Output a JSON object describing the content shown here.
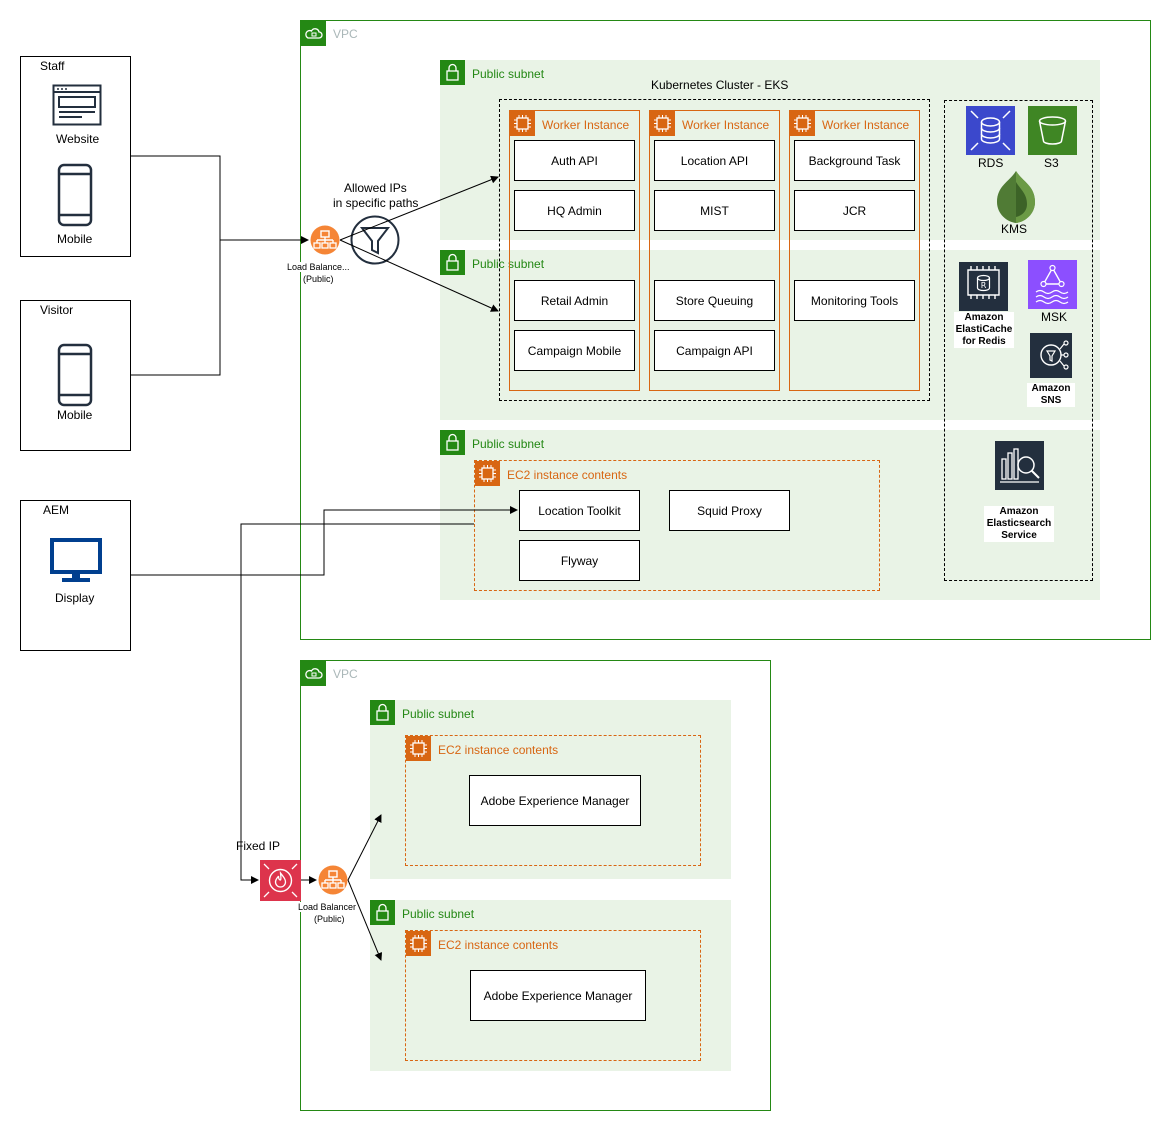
{
  "clients": {
    "staff": {
      "title": "Staff",
      "website": "Website",
      "mobile": "Mobile"
    },
    "visitor": {
      "title": "Visitor",
      "mobile": "Mobile"
    },
    "aem": {
      "title": "AEM",
      "display": "Display"
    }
  },
  "vpc_main": {
    "label": "VPC",
    "subnet_label": "Public subnet",
    "cluster_label": "Kubernetes Cluster - EKS",
    "worker_label": "Worker Instance",
    "ec2_label": "EC2 instance contents",
    "load_balancer": "Load Balance...",
    "load_balancer_sub": "(Public)",
    "filter_label_1": "Allowed IPs",
    "filter_label_2": "in specific paths",
    "workers": [
      {
        "top": [
          "Auth API",
          "HQ Admin"
        ],
        "bottom": [
          "Retail Admin",
          "Campaign Mobile"
        ]
      },
      {
        "top": [
          "Location API",
          "MIST"
        ],
        "bottom": [
          "Store Queuing",
          "Campaign API"
        ]
      },
      {
        "top": [
          "Background Task",
          "JCR"
        ],
        "bottom": [
          "Monitoring Tools"
        ]
      }
    ],
    "ec2_items": [
      "Location Toolkit",
      "Squid Proxy",
      "Flyway"
    ],
    "services": {
      "rds": "RDS",
      "s3": "S3",
      "kms": "KMS",
      "elasticache": [
        "Amazon",
        "ElastiCache",
        "for Redis"
      ],
      "msk": "MSK",
      "sns": [
        "Amazon",
        "SNS"
      ],
      "es": [
        "Amazon",
        "Elasticsearch",
        "Service"
      ]
    }
  },
  "vpc_aem": {
    "label": "VPC",
    "subnet_label": "Public subnet",
    "ec2_label": "EC2 instance contents",
    "aem_item": "Adobe Experience Manager",
    "fixed_ip": "Fixed IP",
    "load_balancer": "Load Balancer",
    "load_balancer_sub": "(Public)"
  },
  "colors": {
    "vpc": "#248814",
    "subnet_bg": "#e9f3e6",
    "orange": "#d86613",
    "elb": "#f58536",
    "rds": "#3b48cc",
    "s3": "#3f8624",
    "kms": "#507b35",
    "msk": "#8c4fff",
    "waf": "#dd344c",
    "display": "#003f8f"
  }
}
